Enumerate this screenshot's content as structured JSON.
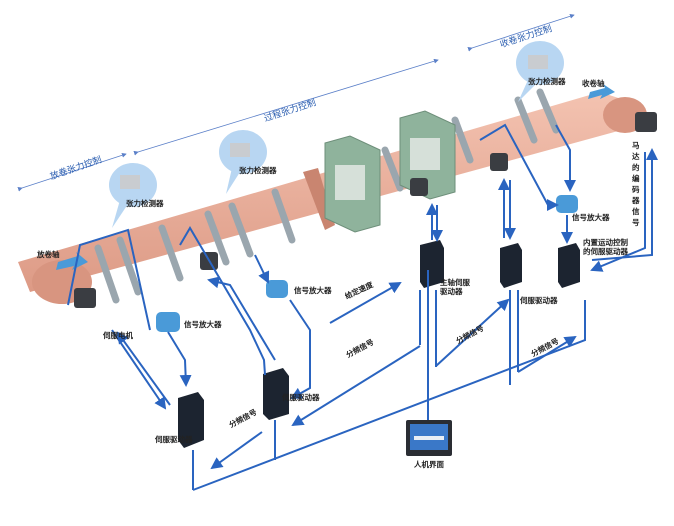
{
  "sections": {
    "unwind_tension": "放卷张力控制",
    "process_tension": "过程张力控制",
    "rewind_tension": "收卷张力控制"
  },
  "labels": {
    "tension_sensor_1": "张力检测器",
    "tension_sensor_2": "张力检测器",
    "tension_sensor_3": "张力检测器",
    "rewind_shaft": "收卷轴",
    "unwind_shaft": "放卷轴",
    "servo_motor": "伺服电机",
    "amplifier_1": "信号放大器",
    "amplifier_2": "信号放大器",
    "amplifier_3": "信号放大器",
    "given_speed": "给定速度",
    "main_servo_driver": "主轴伺服驱动器",
    "servo_driver_1": "伺服驱动器",
    "servo_driver_2": "伺服驱动器",
    "servo_driver_3": "伺服驱动器",
    "motion_servo_driver": "内置运动控制的伺服驱动器",
    "freq_signal_1": "分频信号",
    "freq_signal_2": "分频信号",
    "freq_signal_3": "分频信号",
    "freq_signal_4": "分频信号",
    "encoder_signal": "马达的编码器信号",
    "hmi": "人机界面"
  },
  "colors": {
    "signal_line": "#2a64c0",
    "web": "#e8a590",
    "frame": "#8fb39c",
    "bubble": "#b8d6f2",
    "amplifier": "#4a9ad8",
    "driver": "#1c2430"
  }
}
